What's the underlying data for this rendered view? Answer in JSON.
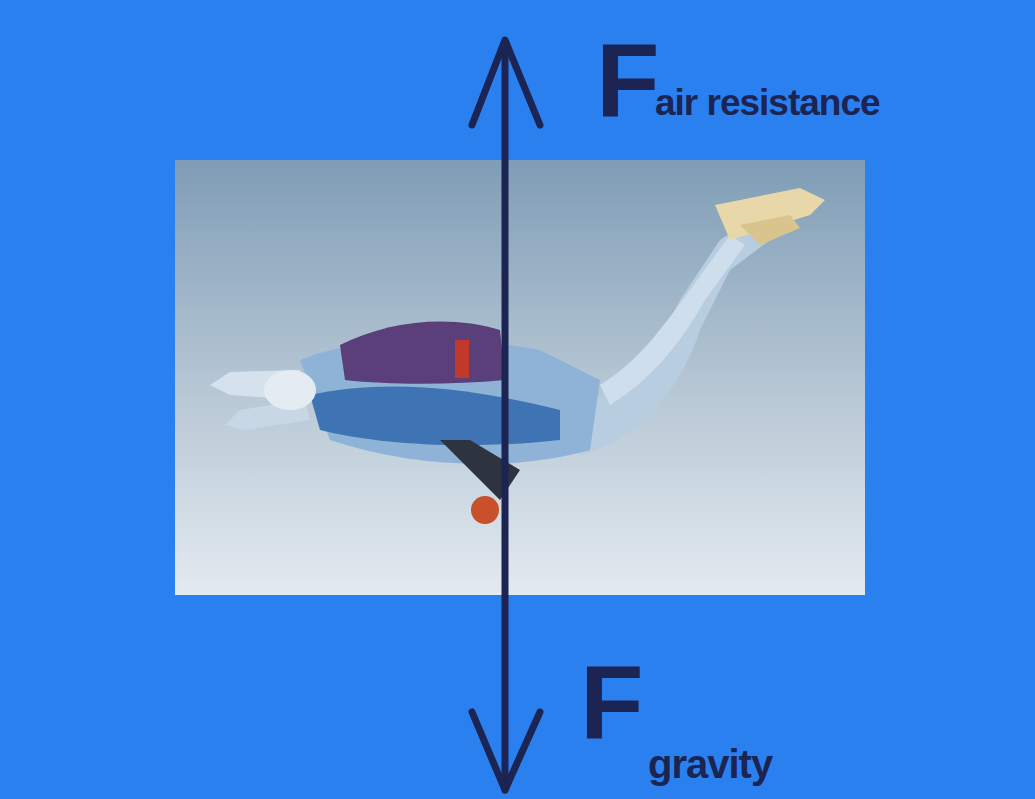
{
  "diagram": {
    "labels": [
      "F",
      "air resistance",
      "F",
      "gravity"
    ]
  }
}
